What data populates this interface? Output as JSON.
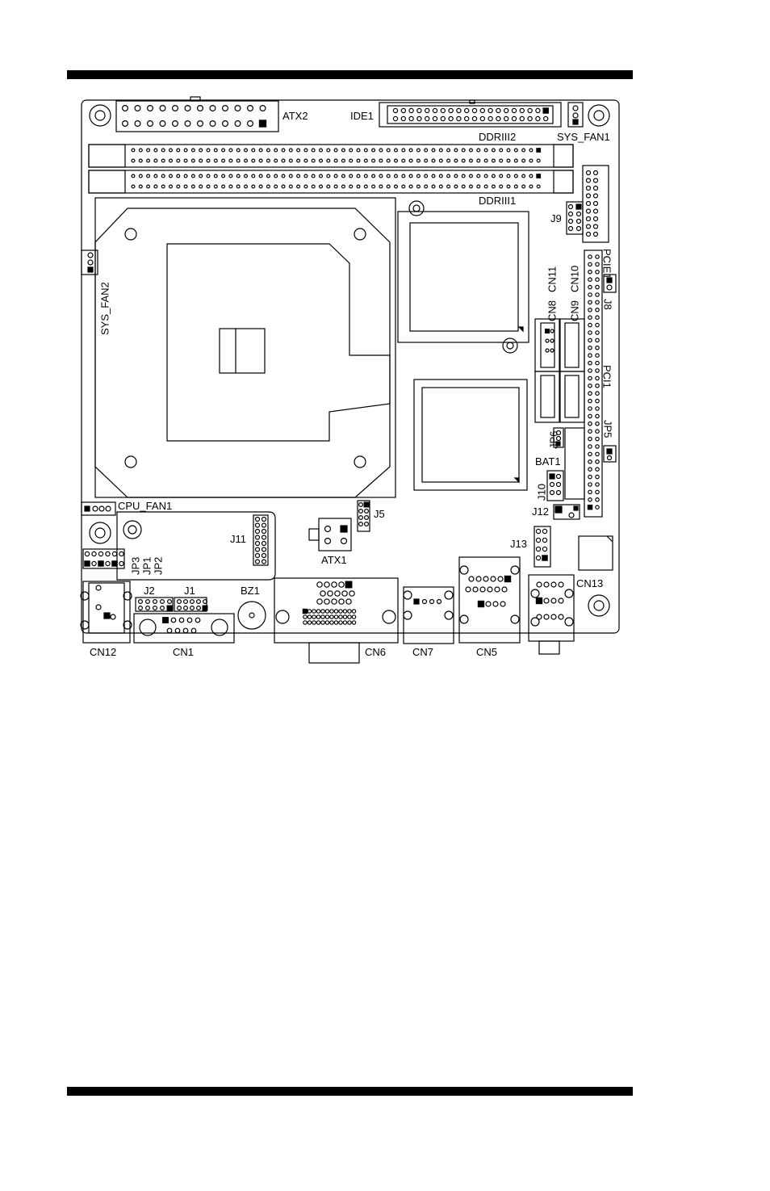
{
  "labels": {
    "atx2": "ATX2",
    "ide1": "IDE1",
    "sys_fan1": "SYS_FAN1",
    "ddr2": "DDRIII2",
    "ddr1": "DDRIII1",
    "j9": "J9",
    "pcie1": "PCIE1",
    "cn11": "CN11",
    "cn10": "CN10",
    "cn8": "CN8",
    "cn9": "CN9",
    "j8": "J8",
    "pci1": "PCI1",
    "jp5": "JP5",
    "jp6": "JP6",
    "bat1": "BAT1",
    "j10": "J10",
    "j12": "J12",
    "sys_fan2": "SYS_FAN2",
    "cpu_fan1": "CPU_FAN1",
    "j11": "J11",
    "j5": "J5",
    "atx1": "ATX1",
    "j13": "J13",
    "jp3": "JP3",
    "jp1": "JP1",
    "jp2": "JP2",
    "j2": "J2",
    "j1": "J1",
    "bz1": "BZ1",
    "cn13": "CN13",
    "cn12": "CN12",
    "cn1": "CN1",
    "cn6": "CN6",
    "cn7": "CN7",
    "cn5": "CN5"
  },
  "colors": {
    "line": "#000000",
    "background": "#ffffff"
  }
}
